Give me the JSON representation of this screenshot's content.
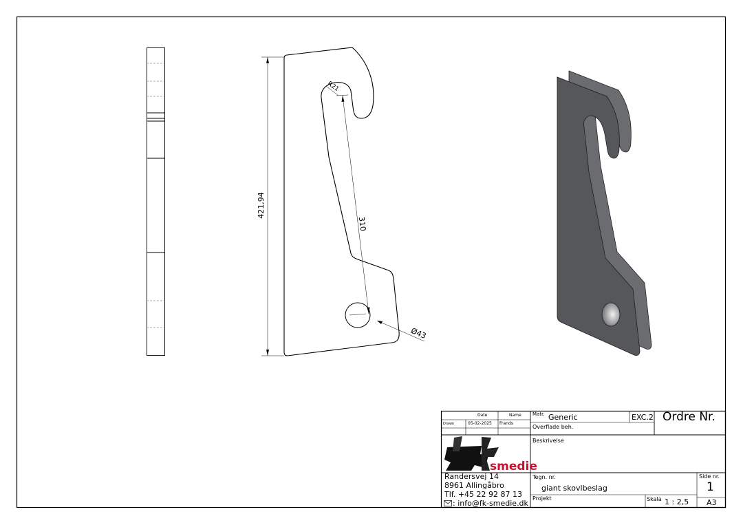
{
  "drawing": {
    "dimensions": {
      "overall_height": "421,94",
      "hole_distance": "310",
      "slot_radius": "R21",
      "hole_diameter": "Ø43"
    },
    "colors": {
      "line": "#000000",
      "iso_face": "#56575b",
      "iso_edge": "#6b6c70",
      "logo_red": "#c8102e"
    }
  },
  "title_block": {
    "date_header": "Date",
    "name_header": "Name",
    "drawn_label": "Drawn",
    "drawn_date": "05-02-2025",
    "drawn_name": "Frands",
    "matr_label": "Matr.",
    "matr_value": "Generic",
    "exc": "EXC.2",
    "ordre_label": "Ordre Nr.",
    "overflade_label": "Overflade beh.",
    "beskrivelse_label": "Beskrivelse",
    "logo_text": "smedie",
    "address_line1": "Randersvej 14",
    "address_line2": "8961 Allingåbro",
    "phone": "Tlf. +45 22 92 87 13",
    "email": ": info@fk-smedie.dk",
    "tegn_label": "Tegn. nr.",
    "tegn_value": "giant skovlbeslag",
    "side_label": "Side nr.",
    "side_value": "1",
    "projekt_label": "Projekt",
    "skala_label": "Skala",
    "skala_value": "1 : 2,5",
    "format": "A3"
  }
}
